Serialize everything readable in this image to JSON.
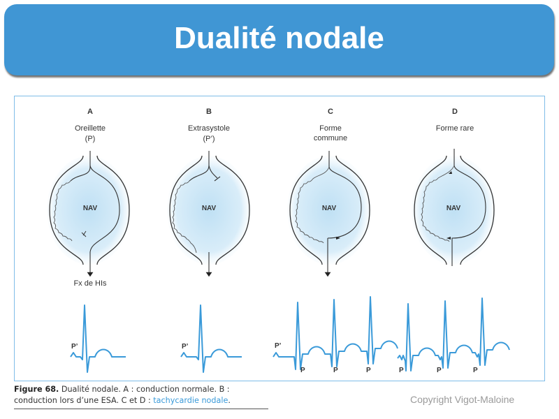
{
  "header": {
    "title": "Dualité nodale",
    "background_color": "#4096d4"
  },
  "figure": {
    "border_color": "#7fbde8",
    "ecg_color": "#3a9ad9",
    "node_label": "NAV",
    "panels": [
      {
        "letter": "A",
        "subtitle_line1": "Oreillette",
        "subtitle_line2": "(P)",
        "bottom_label": "Fx de HIs",
        "ecg_label": "P’",
        "description": "conduction normale"
      },
      {
        "letter": "B",
        "subtitle_line1": "Extrasystole",
        "subtitle_line2": "(P’)",
        "ecg_label": "P’",
        "description": "conduction lors d’une ESA"
      },
      {
        "letter": "C",
        "subtitle_line1": "Forme",
        "subtitle_line2": "commune",
        "ecg_label": "P’",
        "p_labels": [
          "P",
          "P",
          "P"
        ],
        "description": "tachycardie nodale"
      },
      {
        "letter": "D",
        "subtitle_line1": "Forme rare",
        "subtitle_line2": "",
        "p_labels": [
          "P",
          "P",
          "P"
        ],
        "description": "tachycardie nodale"
      }
    ]
  },
  "caption": {
    "figure_number": "Figure 68.",
    "text_part1": " Dualité nodale. A : conduction normale. B : conduction lors d’une ESA. C et D : ",
    "link_text": "tachycardie nodale",
    "text_end": "."
  },
  "footer": {
    "copyright": "Copyright Vigot-Maloine"
  }
}
